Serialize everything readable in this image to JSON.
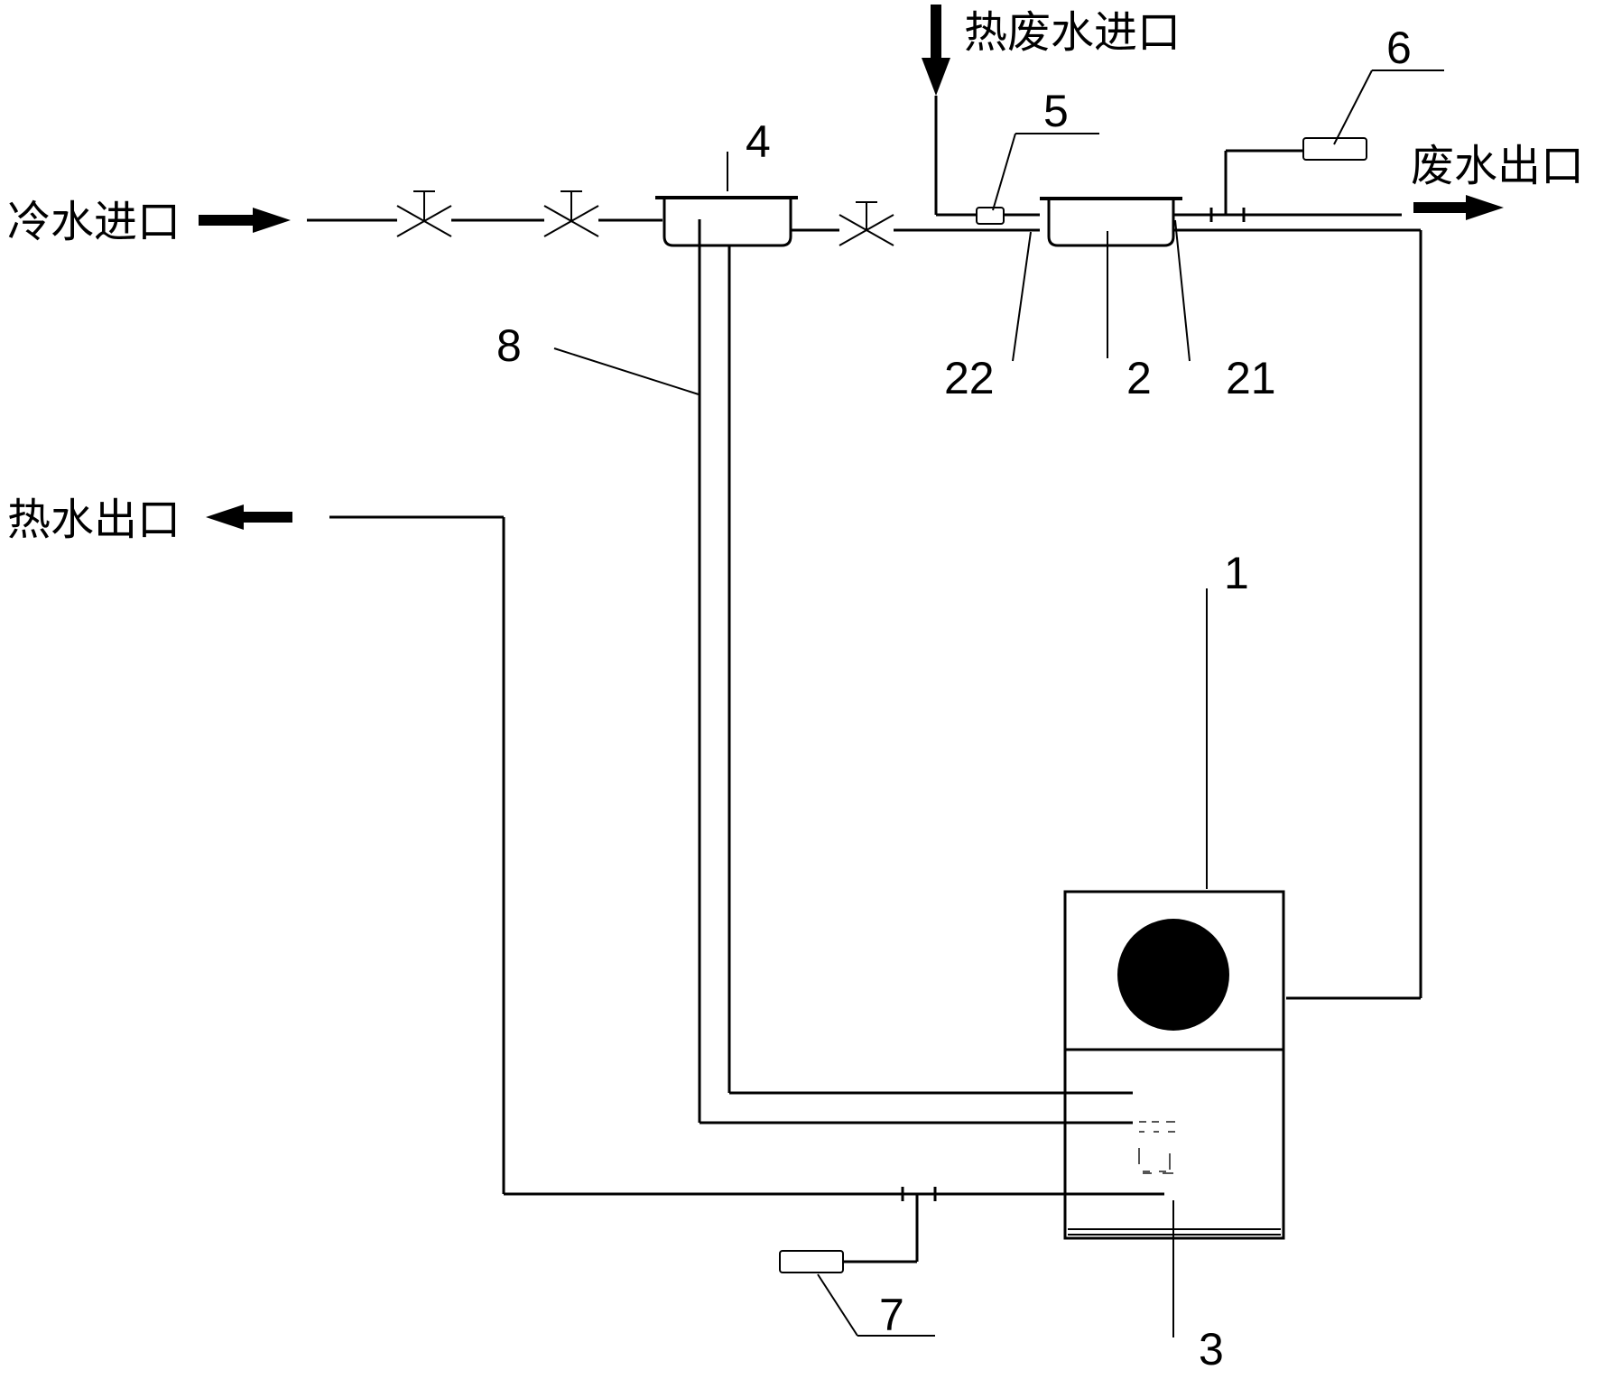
{
  "labels": {
    "cold_water_inlet": "冷水进口",
    "hot_wastewater_inlet": "热废水进口",
    "wastewater_outlet": "废水出口",
    "hot_water_outlet": "热水出口"
  },
  "callouts": {
    "n1": "1",
    "n2": "2",
    "n3": "3",
    "n4": "4",
    "n5": "5",
    "n6": "6",
    "n7": "7",
    "n8": "8",
    "n21": "21",
    "n22": "22"
  },
  "colors": {
    "line": "#000000",
    "background": "#ffffff"
  }
}
